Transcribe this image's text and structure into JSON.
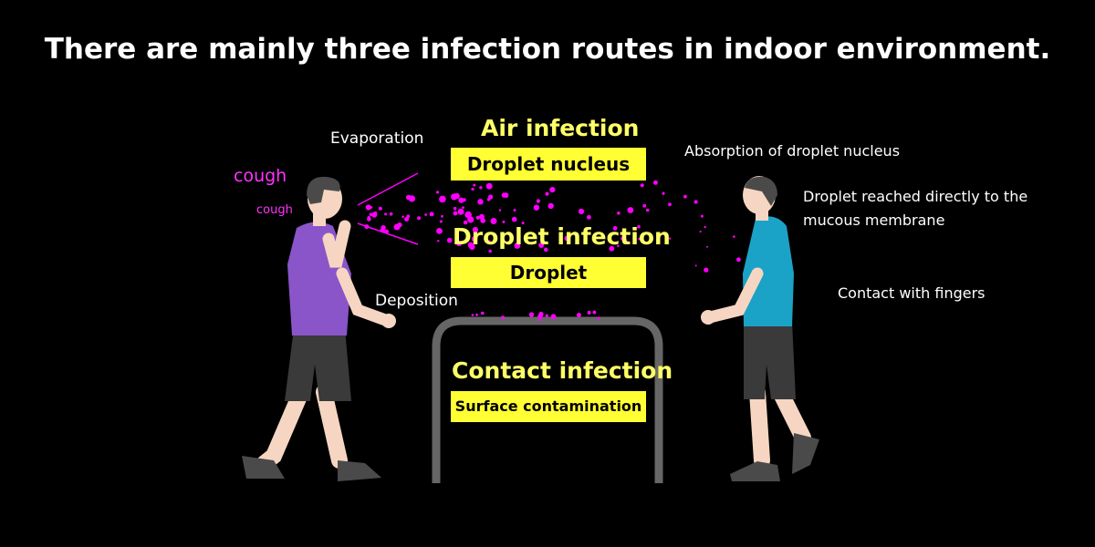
{
  "title": "There are mainly three infection routes in indoor environment.",
  "labels": {
    "evaporation": "Evaporation",
    "cough_large": "cough",
    "cough_small": "cough",
    "deposition": "Deposition",
    "absorption": "Absorption of droplet nucleus",
    "droplet_reached_line1": "Droplet reached directly to the",
    "droplet_reached_line2": "mucous membrane",
    "contact_fingers": "Contact with fingers"
  },
  "routes": {
    "air": {
      "heading": "Air infection",
      "box": "Droplet nucleus"
    },
    "droplet": {
      "heading": "Droplet infection",
      "box": "Droplet"
    },
    "contact": {
      "heading": "Contact infection",
      "box": "Surface contamination"
    }
  },
  "colors": {
    "background": "#000000",
    "heading": "#ffff66",
    "box": "#ffff33",
    "droplets": "#ff00ff",
    "table": "#666666",
    "left_shirt": "#8a55c8",
    "right_shirt": "#1aa3c7",
    "shorts": "#3a3a3a",
    "skin": "#f6d6c2"
  }
}
